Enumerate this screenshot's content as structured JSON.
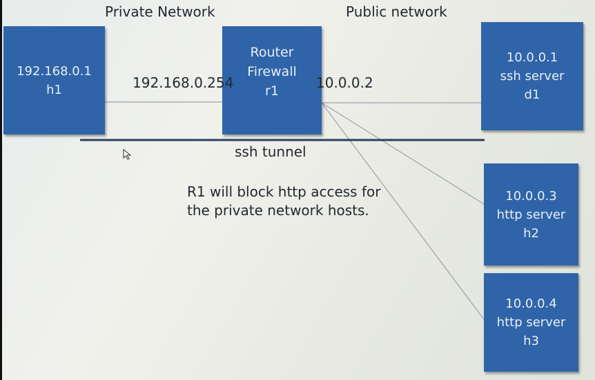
{
  "headers": {
    "private": "Private Network",
    "public": "Public network"
  },
  "nodes": {
    "h1": {
      "ip": "192.168.0.1",
      "name": "h1"
    },
    "r1": {
      "line1": "Router",
      "line2": "Firewall",
      "name": "r1"
    },
    "d1": {
      "ip": "10.0.0.1",
      "role": "ssh server",
      "name": "d1"
    },
    "h2": {
      "ip": "10.0.0.3",
      "role": "http server",
      "name": "h2"
    },
    "h3": {
      "ip": "10.0.0.4",
      "role": "http server",
      "name": "h3"
    }
  },
  "interfaces": {
    "private": "192.168.0.254",
    "public": "10.0.0.2"
  },
  "tunnel_label": "ssh tunnel",
  "note": {
    "line1": "R1 will block http access for",
    "line2": "the private network hosts."
  }
}
